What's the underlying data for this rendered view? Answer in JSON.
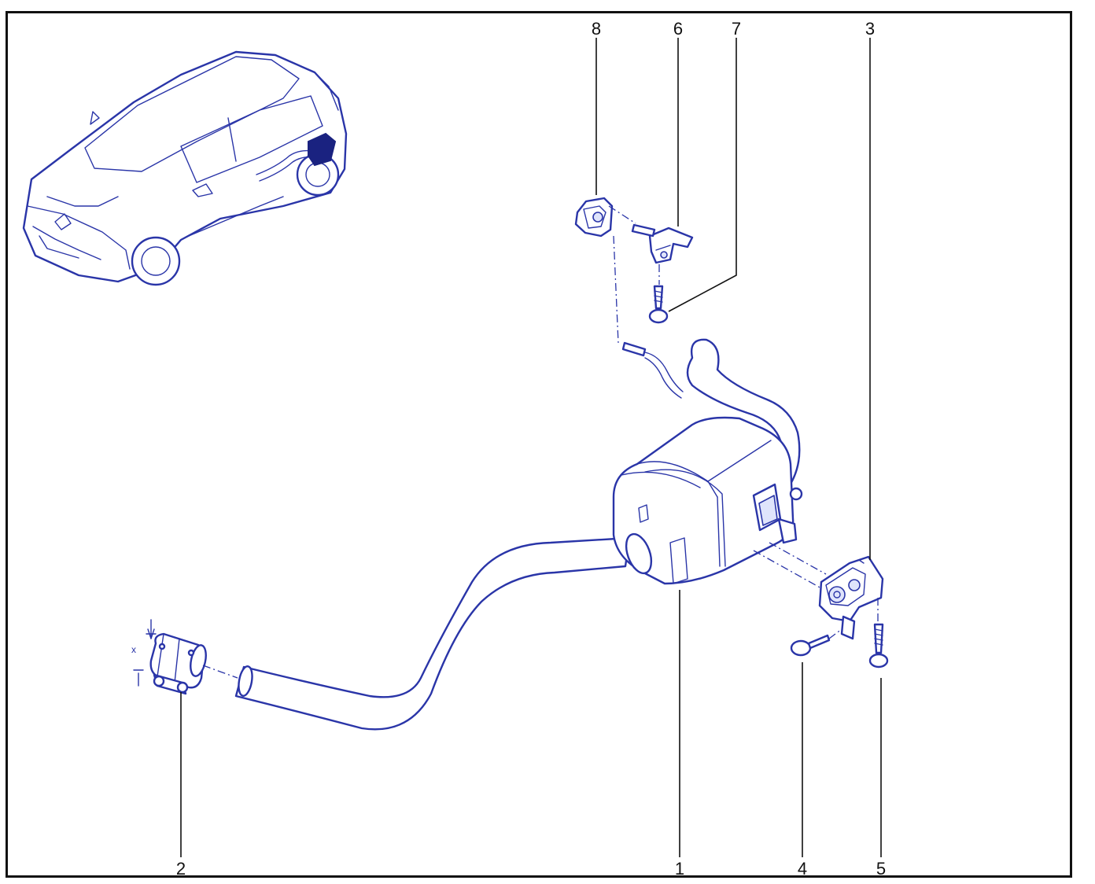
{
  "diagram": {
    "callouts": {
      "c1": "1",
      "c2": "2",
      "c3": "3",
      "c4": "4",
      "c5": "5",
      "c6": "6",
      "c7": "7",
      "c8": "8"
    },
    "dimension_label": "x",
    "line_color": "#2a35a8",
    "frame_color": "#111111"
  }
}
